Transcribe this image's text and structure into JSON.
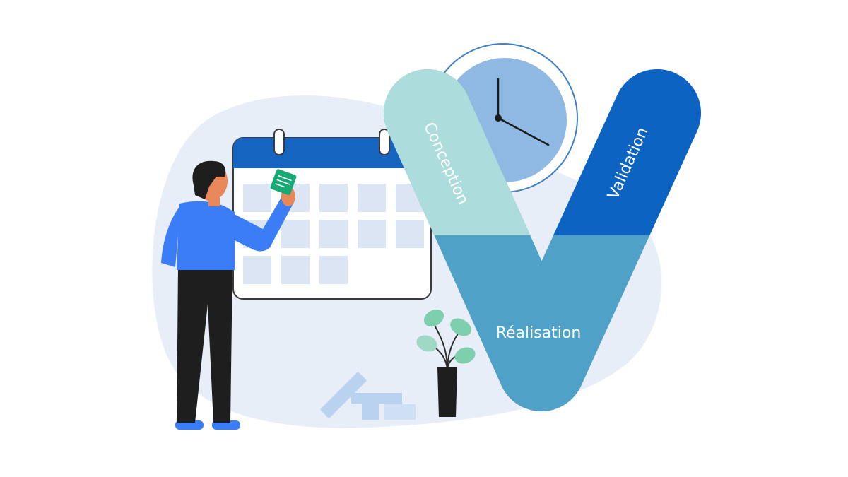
{
  "colors": {
    "blob": "#e7eef7",
    "calendar_header": "#1565c0",
    "calendar_cell": "#dbe5f3",
    "clock_face": "#8fb8e2",
    "clock_ring": "#3f7fc8",
    "conception": "#acdcdb",
    "realisation": "#4fa1c7",
    "validation": "#0d63c2",
    "person_shirt": "#3a7df6",
    "person_pants": "#1e1e1e",
    "plant_leaf": "#7ecfae"
  },
  "diagram": {
    "phases": [
      {
        "key": "conception",
        "label": "Conception",
        "text_color": "#ffffff"
      },
      {
        "key": "realisation",
        "label": "Réalisation",
        "text_color": "#ffffff"
      },
      {
        "key": "validation",
        "label": "Validation",
        "text_color": "#ffffff"
      }
    ]
  },
  "icons": [
    "calendar-icon",
    "clock-icon",
    "person-figure",
    "sticky-note-icon",
    "potted-plant-icon",
    "blocks-icon"
  ]
}
